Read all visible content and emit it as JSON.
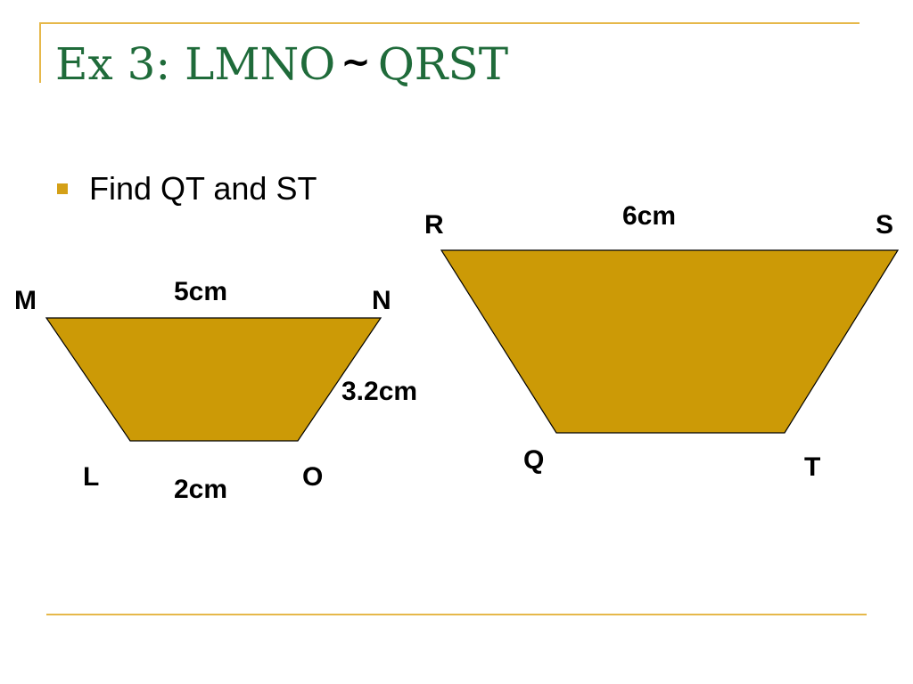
{
  "slide": {
    "title_left": "Ex 3: LMNO",
    "title_symbol": "~",
    "title_right": "QRST",
    "bullet": "Find QT and ST"
  },
  "colors": {
    "title": "#1f6b3a",
    "accent_rule": "#e6b84a",
    "bullet": "#d4a017",
    "shape_fill": "#cc9a06",
    "shape_stroke": "#000000"
  },
  "figures": {
    "small": {
      "vertices": {
        "M": "M",
        "N": "N",
        "L": "L",
        "O": "O"
      },
      "measures": {
        "MN": "5cm",
        "NO": "3.2cm",
        "LO": "2cm"
      }
    },
    "large": {
      "vertices": {
        "R": "R",
        "S": "S",
        "Q": "Q",
        "T": "T"
      },
      "measures": {
        "RS": "6cm"
      }
    }
  }
}
